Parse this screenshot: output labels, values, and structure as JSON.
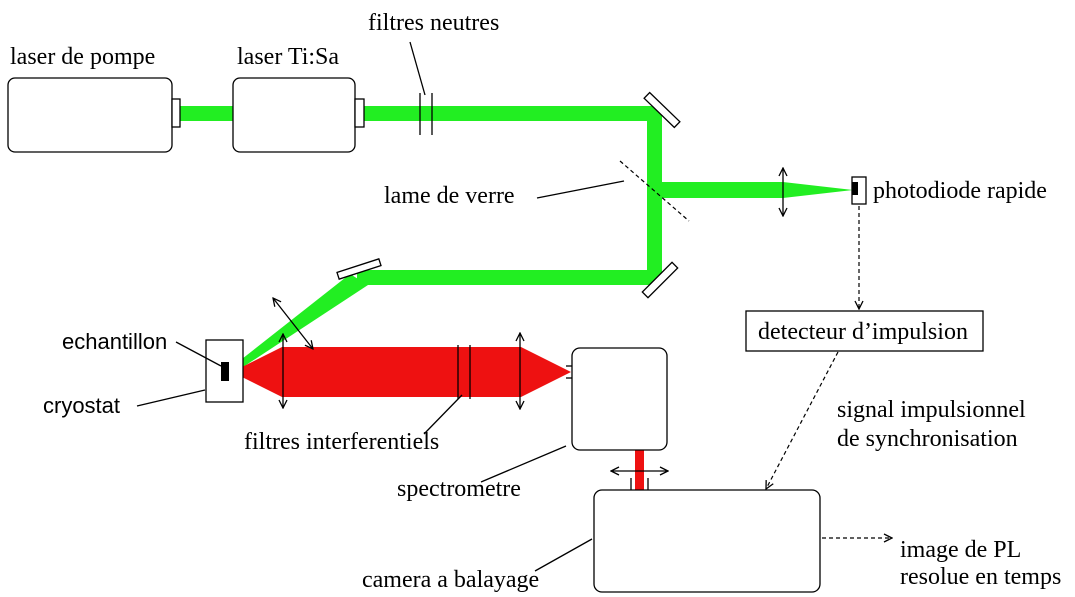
{
  "diagram": {
    "labels": {
      "pump_laser": "laser de pompe",
      "tisa_laser": "laser Ti:Sa",
      "neutral_filters": "filtres neutres",
      "glass_plate": "lame de verre",
      "photodiode": "photodiode rapide",
      "sample": "echantillon",
      "cryostat": "cryostat",
      "pulse_detector": "detecteur d’impulsion",
      "interference_filters": "filtres interferentiels",
      "spectrometer": "spectrometre",
      "streak_camera": "camera a balayage"
    },
    "sync_signal": {
      "line1": "signal impulsionnel",
      "line2": "de synchronisation"
    },
    "output": {
      "line1": "image de PL",
      "line2": "resolue en temps"
    },
    "colors": {
      "pump_beam": "#22ee22",
      "pl_beam": "#ee1111",
      "stroke": "#000000"
    }
  }
}
